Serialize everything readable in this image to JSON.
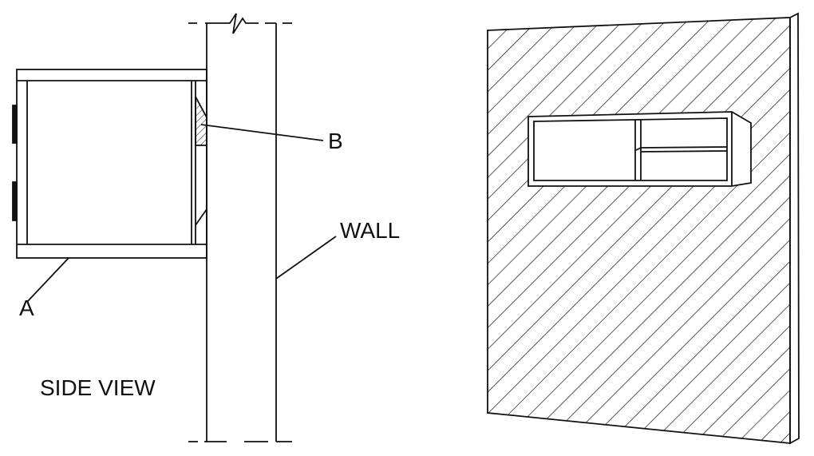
{
  "labels": {
    "a": "A",
    "b": "B",
    "wall": "WALL",
    "side_view": "SIDE VIEW"
  },
  "colors": {
    "stroke": "#111111",
    "background": "#ffffff",
    "bracket_fill": "#f3f3f3"
  }
}
